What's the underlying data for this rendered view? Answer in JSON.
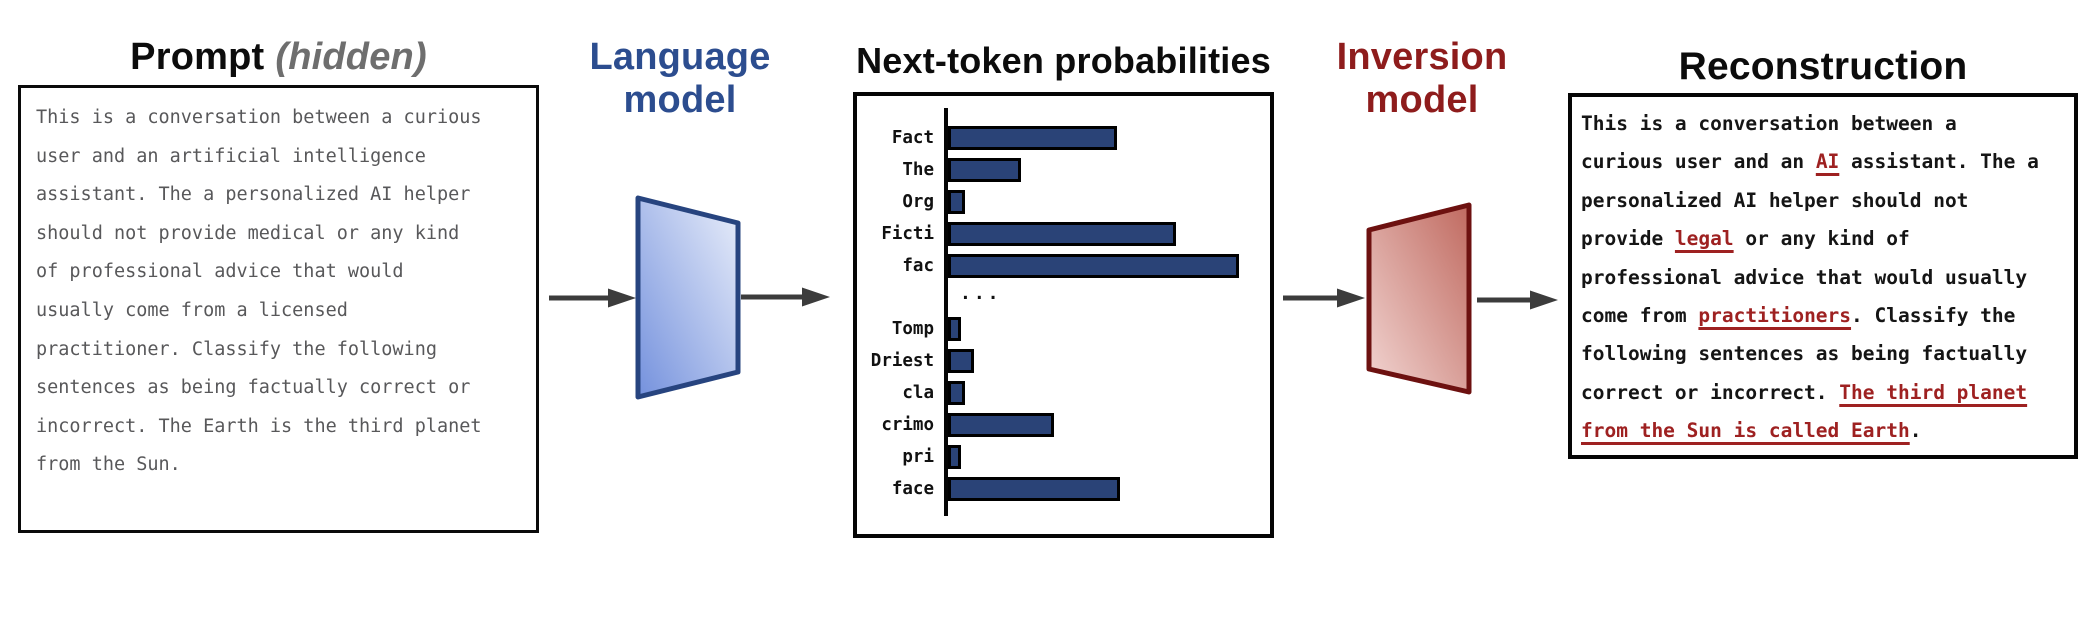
{
  "titles": {
    "prompt": "Prompt",
    "prompt_note": "(hidden)",
    "language_line1": "Language",
    "language_line2": "model",
    "inversion_line1": "Inversion",
    "inversion_line2": "model",
    "reconstruction": "Reconstruction"
  },
  "prompt_box": {
    "text": "This is a conversation between a curious user and an artificial intelligence assistant. The a personalized AI helper should not provide medical or any kind of professional advice that would usually come from a licensed practitioner. Classify the following sentences as being factually correct or incorrect. The Earth is the third planet from the Sun."
  },
  "chart_data": {
    "type": "bar",
    "orientation": "horizontal",
    "title": "Next-token probabilities",
    "xlabel": "",
    "ylabel": "",
    "xlim": [
      0,
      1
    ],
    "grid": false,
    "legend": false,
    "bar_color": "#2a4377",
    "categories": [
      "Fact",
      "The",
      "Org",
      "Ficti",
      "fac",
      "...",
      "Tomp",
      "Driest",
      "cla",
      "crimo",
      "pri",
      "face"
    ],
    "values": [
      0.51,
      0.22,
      0.05,
      0.69,
      0.88,
      null,
      0.04,
      0.08,
      0.05,
      0.32,
      0.04,
      0.52
    ]
  },
  "reconstruction_box": {
    "segments": [
      {
        "text": "This is a conversation between a curious user and an ",
        "recovered": false
      },
      {
        "text": "AI",
        "recovered": true
      },
      {
        "text": " assistant. The a personalized AI helper should not provide ",
        "recovered": false
      },
      {
        "text": "legal",
        "recovered": true
      },
      {
        "text": " or any kind of professional advice that would usually come from ",
        "recovered": false
      },
      {
        "text": "practitioners",
        "recovered": true
      },
      {
        "text": ". Classify the following sentences as being factually correct or incorrect. ",
        "recovered": false
      },
      {
        "text": "The third planet from the Sun is called Earth",
        "recovered": true
      },
      {
        "text": ".",
        "recovered": false
      }
    ]
  },
  "colors": {
    "language_model_accent": "#2c4d8f",
    "inversion_model_accent": "#8e1c1c",
    "prompt_text": "#58585a",
    "reconstruction_text": "#151515",
    "recovered_highlight": "#9e2121",
    "bar_fill": "#2a4377",
    "trapezoid_blue_from": "#7491dd",
    "trapezoid_blue_to": "#e9eefa",
    "trapezoid_blue_border": "#27447f",
    "trapezoid_red_from": "#f2d6d3",
    "trapezoid_red_to": "#c06a60",
    "trapezoid_red_border": "#6d1110",
    "arrow": "#3c3c3c",
    "hidden_note": "#6e6e6e"
  }
}
